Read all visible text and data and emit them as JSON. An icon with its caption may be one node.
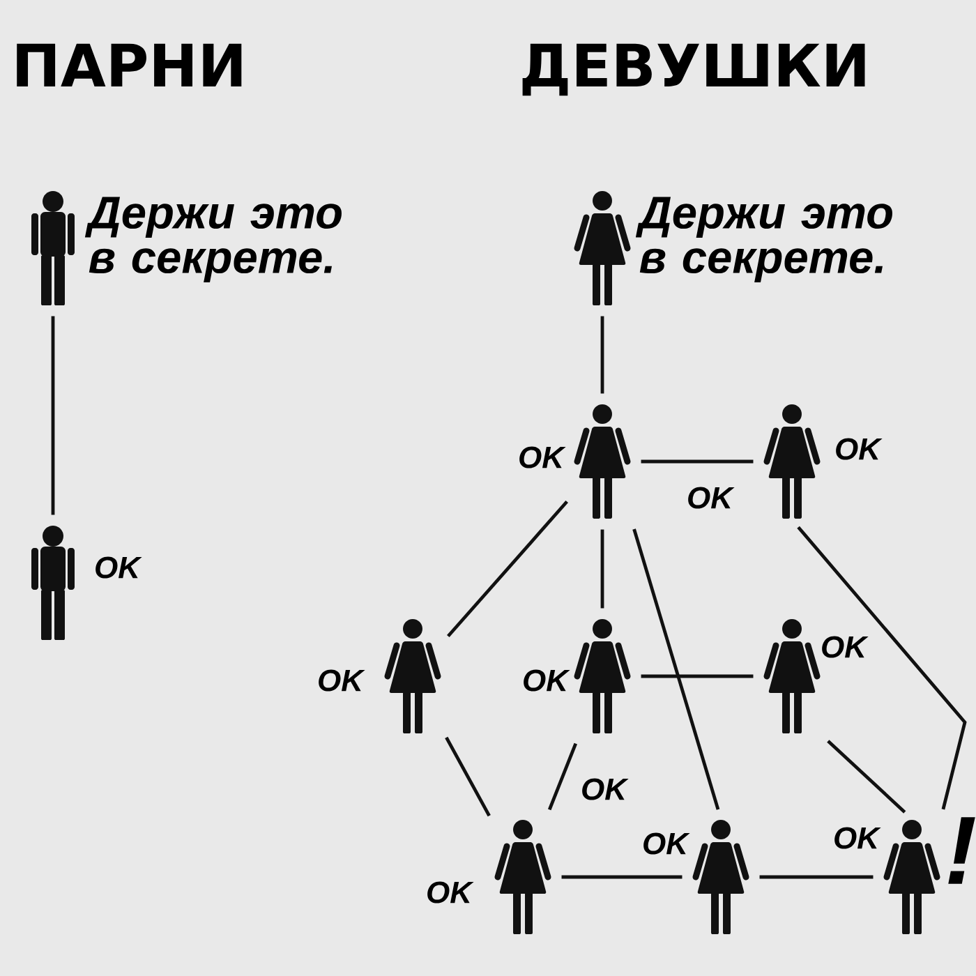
{
  "diagram": {
    "nodes": [
      {
        "text": [],
        "shape": "person",
        "beside": [
          "Держи это в секрете."
        ]
      },
      {
        "text": [],
        "shape": "person",
        "beside": [
          "OK"
        ]
      },
      {
        "text": [],
        "shape": "person",
        "beside": [
          "Держи это в секрете."
        ]
      },
      {
        "text": [],
        "shape": "person",
        "beside": [
          "OK"
        ]
      },
      {
        "text": [],
        "shape": "person",
        "beside": [
          "OK"
        ]
      },
      {
        "text": [],
        "shape": "person",
        "beside": [
          "OK"
        ]
      },
      {
        "text": [],
        "shape": "person",
        "beside": [
          "OK"
        ]
      },
      {
        "text": [],
        "shape": "person",
        "beside": [
          "OK"
        ]
      },
      {
        "text": [],
        "shape": "person",
        "beside": [
          "OK"
        ]
      },
      {
        "text": [],
        "shape": "person",
        "beside": [
          "OK"
        ]
      },
      {
        "text": [],
        "shape": "person",
        "beside": [
          "OK",
          "!"
        ]
      }
    ],
    "edges": [
      {
        "from": 0,
        "to": 1,
        "arrow": "none"
      },
      {
        "from": 2,
        "to": 3,
        "arrow": "none"
      },
      {
        "from": 3,
        "to": 4,
        "arrow": "none",
        "label": "OK"
      },
      {
        "from": 3,
        "to": 5,
        "arrow": "none"
      },
      {
        "from": 3,
        "to": 6,
        "arrow": "none"
      },
      {
        "from": 3,
        "to": 9,
        "arrow": "none"
      },
      {
        "from": 4,
        "to": 10,
        "arrow": "none"
      },
      {
        "from": 6,
        "to": 7,
        "arrow": "none"
      },
      {
        "from": 7,
        "to": 10,
        "arrow": "none"
      },
      {
        "from": 5,
        "to": 8,
        "arrow": "none"
      },
      {
        "from": 6,
        "to": 8,
        "arrow": "none",
        "label": "OK"
      },
      {
        "from": 8,
        "to": 9,
        "arrow": "none"
      },
      {
        "from": 9,
        "to": 10,
        "arrow": "none"
      }
    ],
    "labels": [
      "ПАРНИ",
      "ДЕВУШКИ"
    ]
  }
}
